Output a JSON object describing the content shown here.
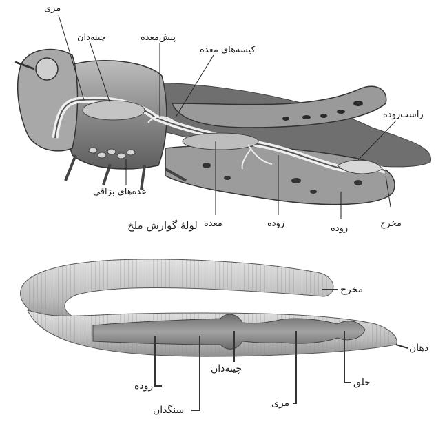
{
  "grasshopper": {
    "caption": "لولهٔ گوارش ملخ",
    "labels": {
      "esophagus": "مری",
      "crop": "چینه‌دان",
      "proventriculus": "پیش‌معده",
      "gastric_caeca": "کیسه‌های معده",
      "rectum": "راست‌روده",
      "salivary_glands": "غده‌های بزاقی",
      "stomach": "معده",
      "intestine_mid": "روده",
      "intestine_hind": "روده",
      "anus": "مخرج"
    }
  },
  "earthworm": {
    "labels": {
      "anus": "مخرج",
      "mouth": "دهان",
      "pharynx": "حلق",
      "crop": "چینه‌دان",
      "intestine": "روده",
      "gizzard": "سنگدان",
      "esophagus": "مری"
    }
  }
}
